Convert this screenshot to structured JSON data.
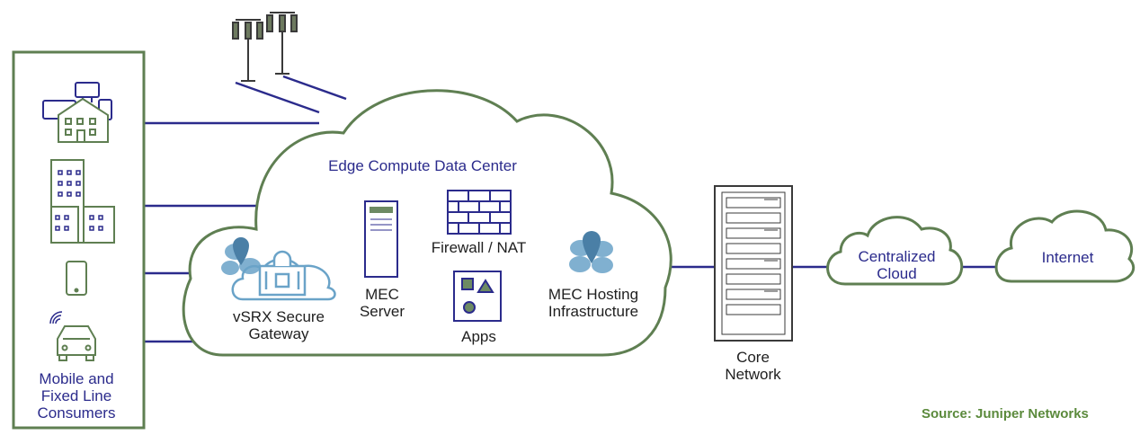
{
  "labels": {
    "consumers": "Mobile and\nFixed Line\nConsumers",
    "edge_dc": "Edge Compute Data Center",
    "vsrx": "vSRX Secure\nGateway",
    "mec_server": "MEC\nServer",
    "firewall": "Firewall / NAT",
    "apps": "Apps",
    "mec_hosting": "MEC Hosting\nInfrastructure",
    "core": "Core\nNetwork",
    "central_cloud": "Centralized\nCloud",
    "internet": "Internet",
    "source": "Source: Juniper Networks"
  },
  "colors": {
    "green_outline": "#5f7f52",
    "navy_line": "#2b2b8c",
    "blue_icon": "#6aa3c8",
    "gray_dark": "#3a3a3a",
    "source_green": "#5b8a3c"
  },
  "icons": [
    "cell-tower-icon",
    "house-icon",
    "office-building-icon",
    "smartphone-icon",
    "car-icon",
    "lock-icon",
    "server-icon",
    "firewall-icon",
    "apps-icon",
    "location-pin-icon",
    "rack-icon"
  ]
}
